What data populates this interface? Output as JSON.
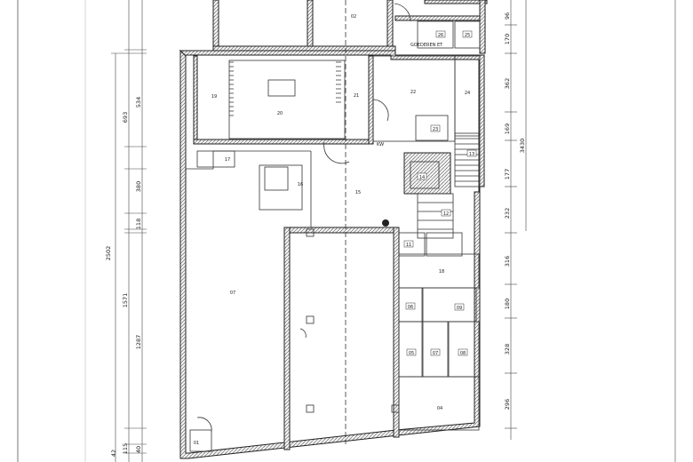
{
  "annotations": {
    "entrance": "GOEDEREN ET",
    "kw": "KW"
  },
  "rooms": [
    "02",
    "26",
    "25",
    "19",
    "20",
    "21",
    "22",
    "24",
    "23",
    "17",
    "16",
    "15",
    "13",
    "14",
    "12",
    "11",
    "18",
    "07",
    "06",
    "09",
    "05",
    "07",
    "08",
    "04",
    "01"
  ],
  "dimensions_left": [
    "693",
    "534",
    "380",
    "118",
    "2502",
    "1571",
    "1287",
    "115",
    "42",
    "40"
  ],
  "dimensions_right": [
    "96",
    "170",
    "362",
    "169",
    "177",
    "232",
    "316",
    "180",
    "328",
    "296",
    "3430"
  ]
}
